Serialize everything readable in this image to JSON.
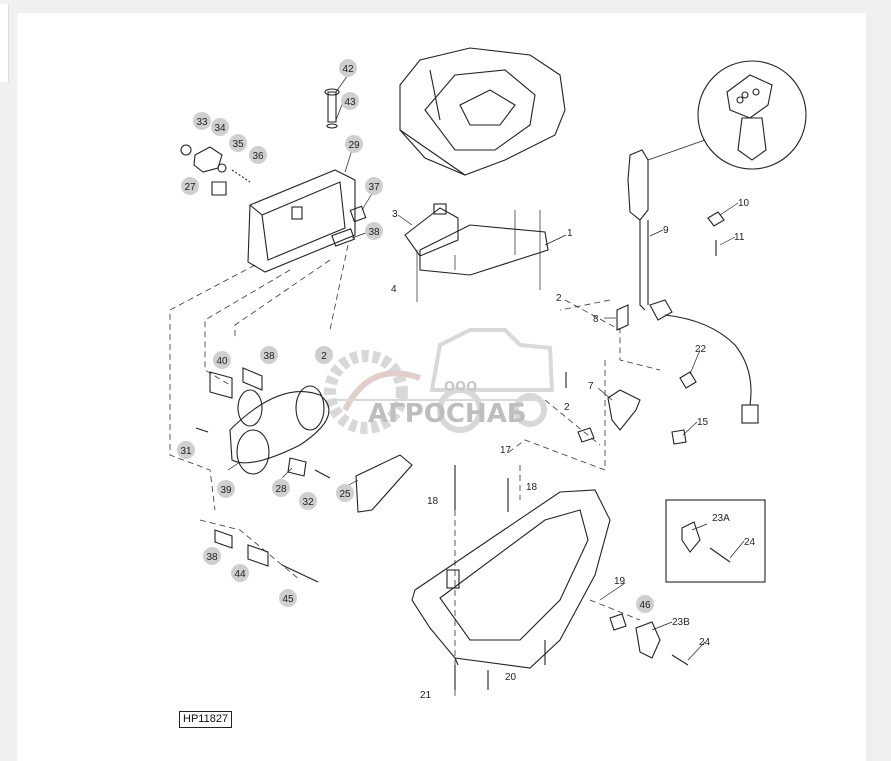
{
  "figure_code": "HP11827",
  "watermark": {
    "company_prefix": "ООО",
    "company_name": "АГРОСНАБ"
  },
  "callouts": {
    "c42": "42",
    "c43": "43",
    "c33": "33",
    "c34": "34",
    "c35": "35",
    "c36": "36",
    "c29": "29",
    "c27": "27",
    "c37": "37",
    "c38a": "38",
    "c3": "3",
    "c1": "1",
    "c4": "4",
    "c2a": "2",
    "c10": "10",
    "c11": "11",
    "c9": "9",
    "c8": "8",
    "c40": "40",
    "c38b": "38",
    "c26": "2",
    "c22": "22",
    "c7": "7",
    "c2b": "2",
    "c15": "15",
    "c31": "31",
    "c17": "17",
    "c18a": "18",
    "c18b": "18",
    "c39": "39",
    "c28": "28",
    "c32": "32",
    "c25": "25",
    "c38c": "38",
    "c44": "44",
    "c45": "45",
    "c23a": "23A",
    "c24a": "24",
    "c19": "19",
    "c46": "46",
    "c23b": "23B",
    "c24b": "24",
    "c21": "21",
    "c20": "20"
  },
  "colors": {
    "callout_circle": "#cfcfcf",
    "line": "#222222",
    "watermark_grey": "#b9b9b9",
    "watermark_red": "#c9a6a0"
  }
}
